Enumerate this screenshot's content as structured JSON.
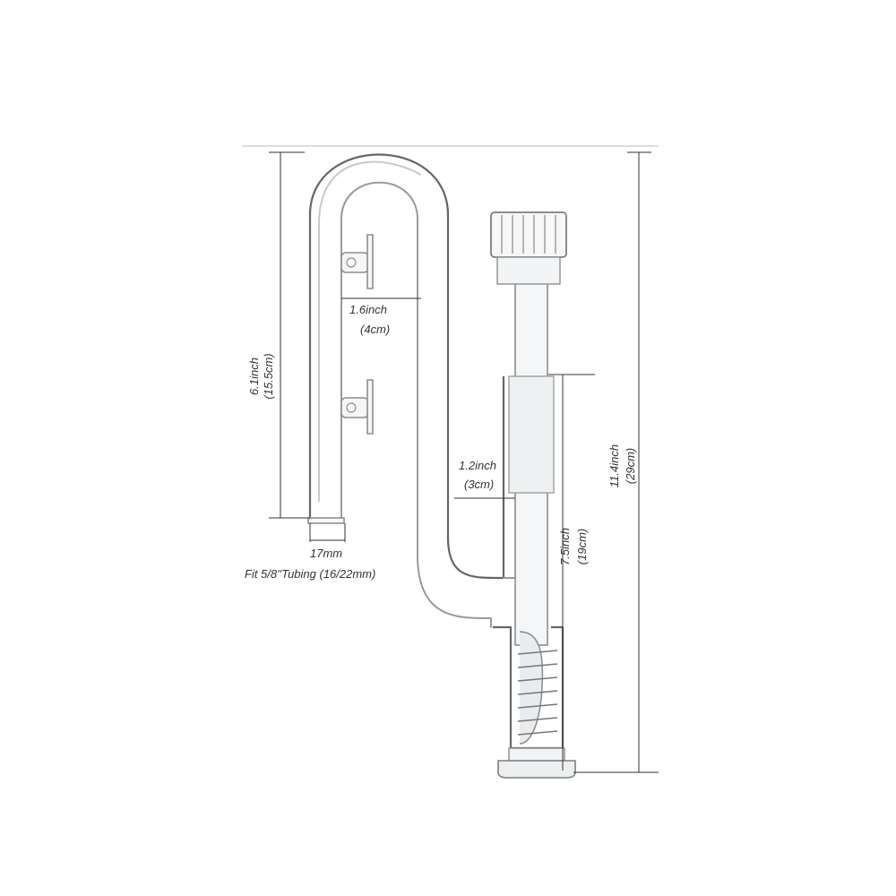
{
  "product": {
    "type": "aquarium lily pipe outflow diagram"
  },
  "dimensions": {
    "left_height": {
      "imperial": "6.1inch",
      "metric": "(15.5cm)"
    },
    "u_width": {
      "imperial": "1.6inch",
      "metric": "(4cm)"
    },
    "joint_gap": {
      "imperial": "1.2inch",
      "metric": "(3cm)"
    },
    "intake_height": {
      "imperial": "7.5inch",
      "metric": "(19cm)"
    },
    "total_height": {
      "imperial": "11.4inch",
      "metric": "(29cm)"
    },
    "tube_diameter": "17mm",
    "tubing_fit": "Fit 5/8''Tubing (16/22mm)"
  },
  "colors": {
    "line": "#333333",
    "glass_edge": "#8e8e8e",
    "glass_fill": "#f4f6f7"
  }
}
